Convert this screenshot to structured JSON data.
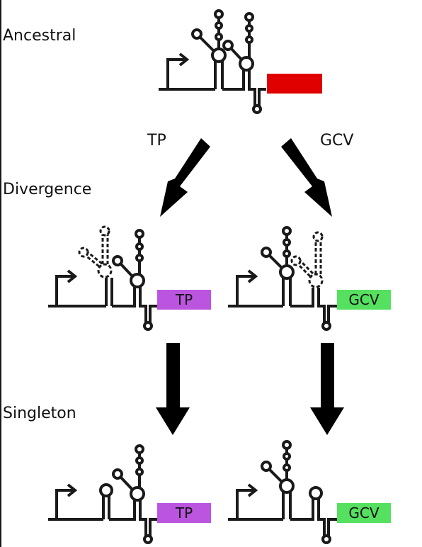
{
  "stages": {
    "ancestral": "Ancestral",
    "divergence": "Divergence",
    "singleton": "Singleton"
  },
  "branches": {
    "left": "TP",
    "right": "GCV"
  },
  "genes": {
    "ancestral": "",
    "tp": "TP",
    "gcv": "GCV"
  },
  "colors": {
    "ancestral_gene": "#e00000",
    "tp_gene": "#bb55e0",
    "gcv_gene": "#55e060",
    "ink": "#1a1a1a"
  }
}
